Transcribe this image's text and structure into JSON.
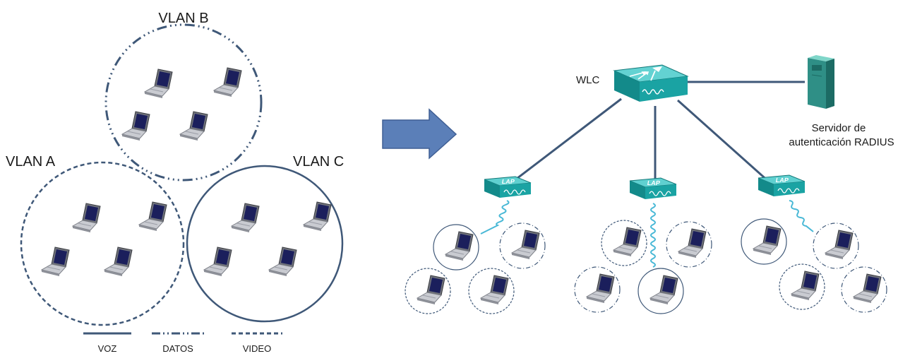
{
  "vlans": {
    "a": {
      "label": "VLAN A"
    },
    "b": {
      "label": "VLAN B"
    },
    "c": {
      "label": "VLAN C"
    }
  },
  "legend": {
    "voz": "VOZ",
    "datos": "DATOS",
    "video": "VIDEO"
  },
  "network": {
    "controller": "WLC",
    "ap_label": "LAP",
    "server_line1": "Servidor de",
    "server_line2": "autenticación RADIUS"
  },
  "colors": {
    "line": "#3f5878",
    "device_teal": "#1f9e9e",
    "arrow": "#5b7fb8",
    "server": "#2f8f86",
    "wave": "#48b8d6"
  }
}
